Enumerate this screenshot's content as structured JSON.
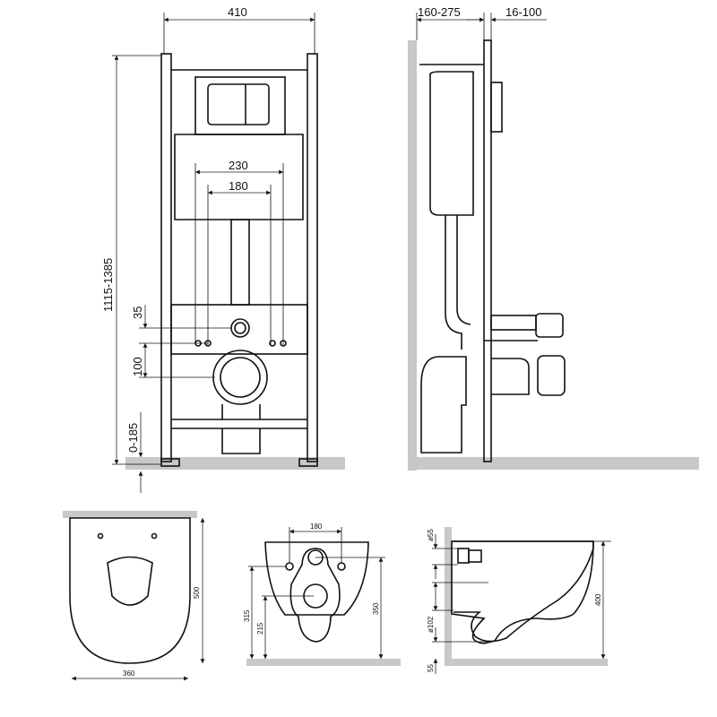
{
  "front_frame": {
    "width": "410",
    "height_range": "1115-1385",
    "outlet_spacing_outer": "230",
    "outlet_spacing_inner": "180",
    "inlet_offset": "35",
    "drain_offset": "100",
    "leg_adjust": "0-185"
  },
  "side_frame": {
    "depth_range": "160-275",
    "wall_range": "16-100"
  },
  "bowl_top": {
    "width": "360",
    "length": "500"
  },
  "bowl_front": {
    "bolt_spacing": "180",
    "bolt_height": "315",
    "drain_height": "215",
    "inlet_height": "350"
  },
  "bowl_side": {
    "inlet_diameter": "ø55",
    "drain_diameter": "ø102",
    "bottom_gap": "55",
    "height": "400"
  },
  "colors": {
    "line": "#111111",
    "floor": "#c8c8c8"
  }
}
